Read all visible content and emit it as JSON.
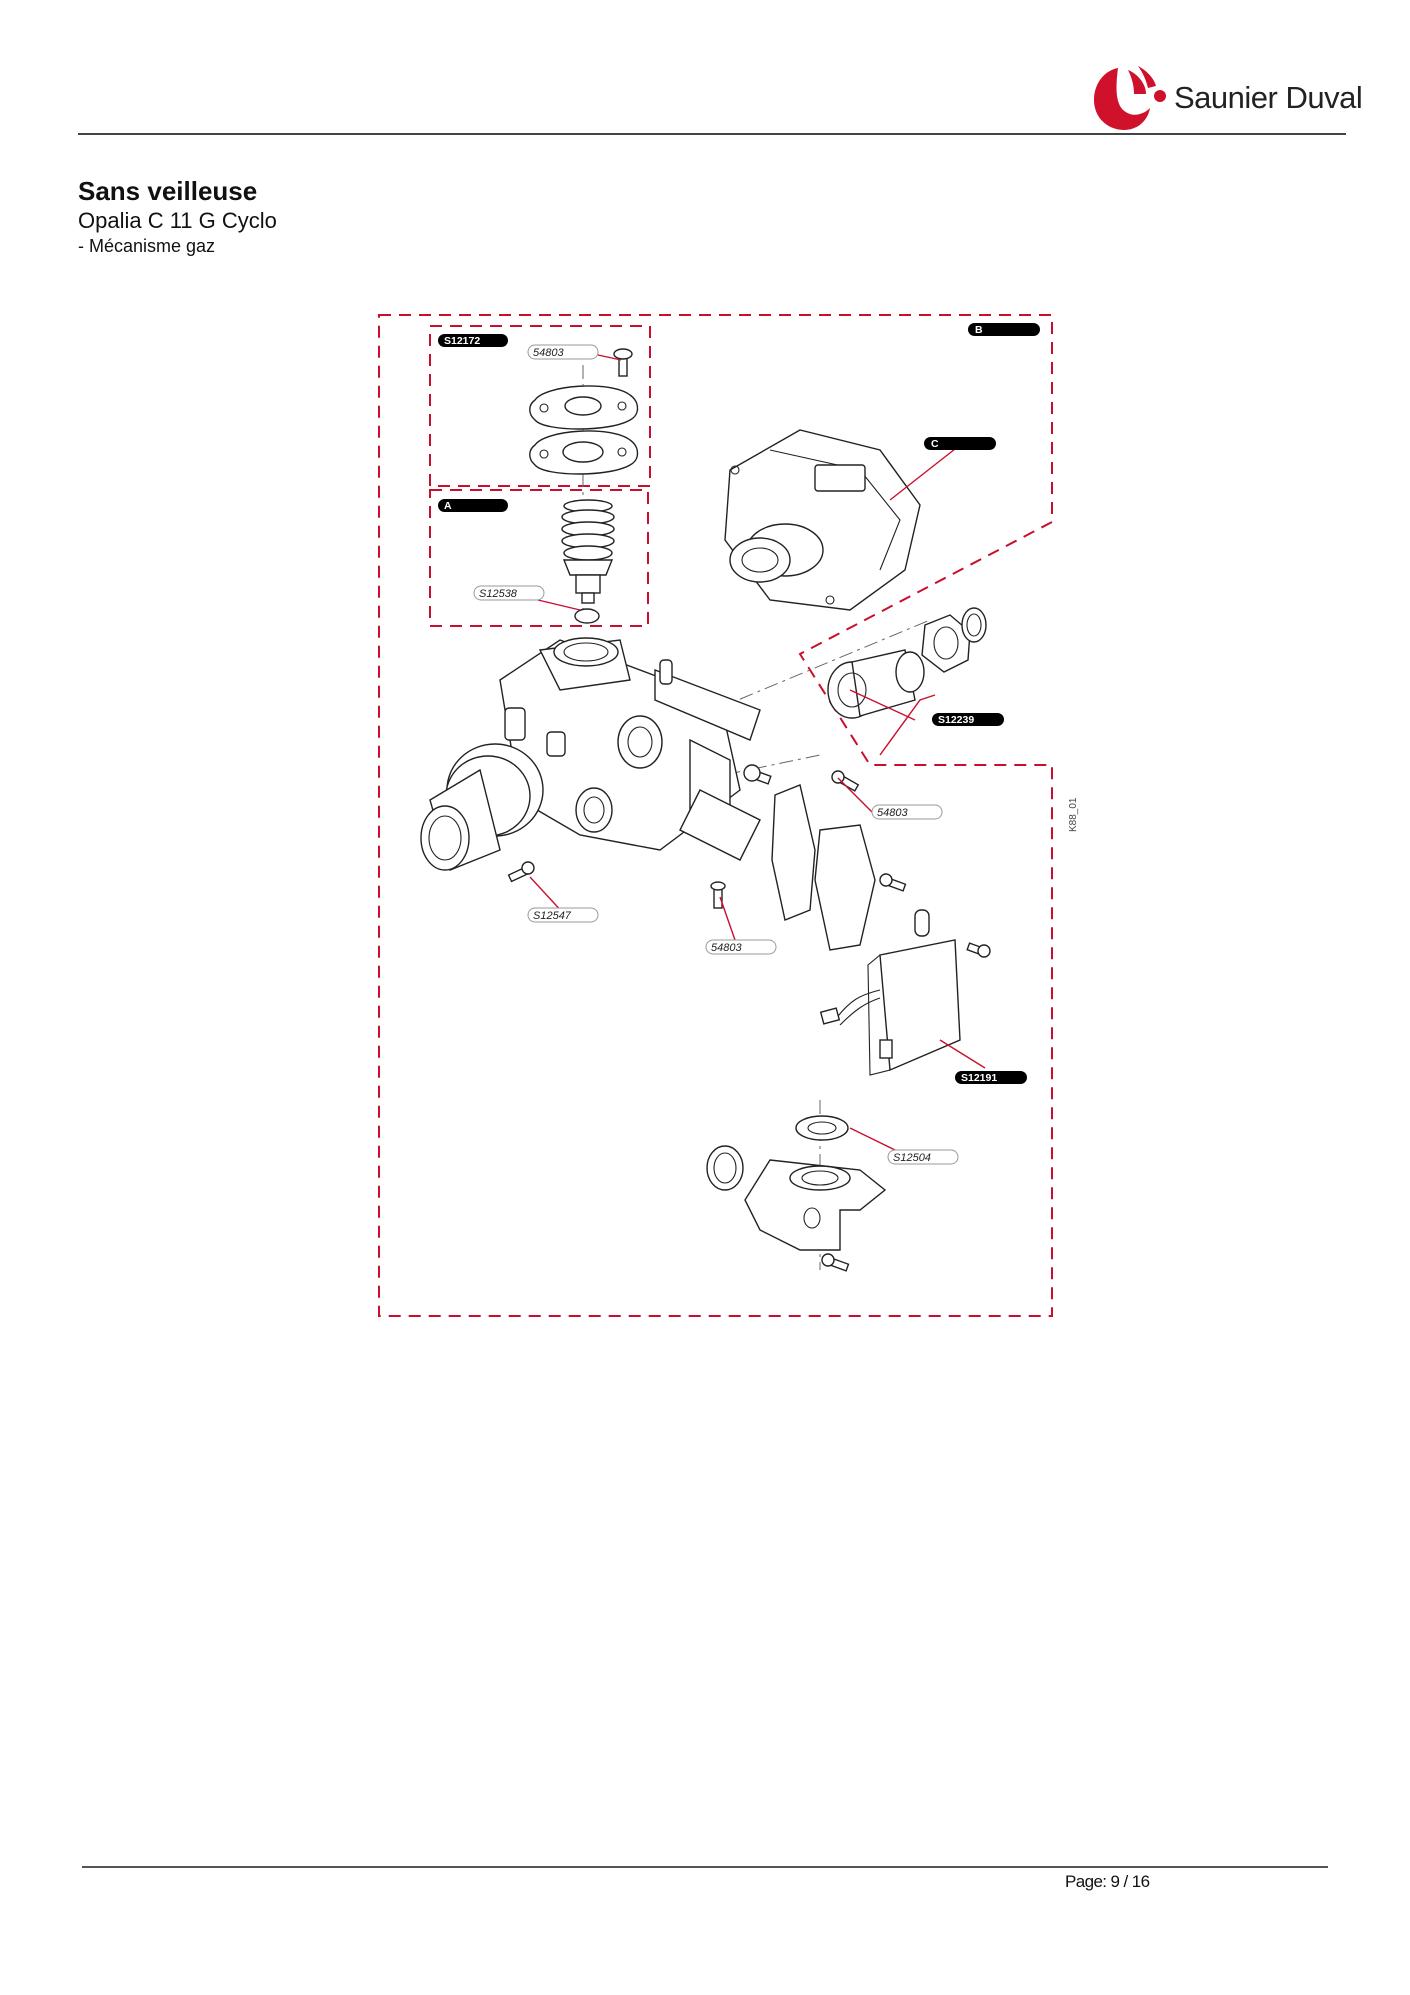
{
  "header": {
    "brand": "Saunier Duval",
    "logo_icon": "saunier-duval-hand-logo",
    "brand_color": "#d0112b"
  },
  "document": {
    "title": "Sans veilleuse",
    "model": "Opalia C 11 G Cyclo",
    "section": "- Mécanisme gaz"
  },
  "diagram": {
    "accent_color": "#c8102e",
    "group_labels": {
      "a": "A",
      "b": "B",
      "c": "C",
      "s12172": "S12172",
      "s12239": "S12239",
      "s12191": "S12191"
    },
    "part_labels": {
      "p54803_top": "54803",
      "p12538": "S12538",
      "p54803_mid": "54803",
      "p12547": "S12547",
      "p54803_low": "54803",
      "p12504": "S12504"
    },
    "drawing_ref": "K88_01"
  },
  "footer": {
    "page": "Page: 9 / 16"
  }
}
